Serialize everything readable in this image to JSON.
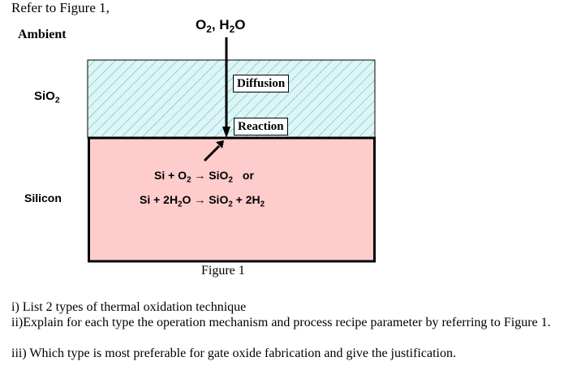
{
  "question": {
    "intro": "Refer to Figure 1,",
    "items": [
      "i) List 2 types of thermal oxidation technique",
      "ii)Explain for each type the operation mechanism and process recipe parameter by referring to Figure 1.",
      "iii) Which type is most preferable for gate oxide fabrication and give the justification."
    ]
  },
  "figure": {
    "caption": "Figure 1",
    "labels": {
      "ambient": "Ambient",
      "oxide_base": "SiO",
      "oxide_sub": "2",
      "silicon": "Silicon"
    },
    "gas": {
      "o": "O",
      "o_sub": "2",
      "sep": ", H",
      "h_sub": "2",
      "tail": "O"
    },
    "tags": {
      "diffusion": "Diffusion",
      "reaction": "Reaction"
    },
    "equations": {
      "line1": {
        "a": "Si + O",
        "a_sub": "2",
        "arrow": " → SiO",
        "b_sub": "2",
        "or": "or"
      },
      "line2": {
        "a": "Si + 2H",
        "a_sub": "2",
        "b": "O → SiO",
        "b_sub": "2",
        "c": " + 2H",
        "c_sub": "2"
      }
    },
    "colors": {
      "oxide_fill": "#dff5f5",
      "oxide_hatch": "#55c7d2",
      "silicon_fill": "#ffcccc"
    }
  }
}
